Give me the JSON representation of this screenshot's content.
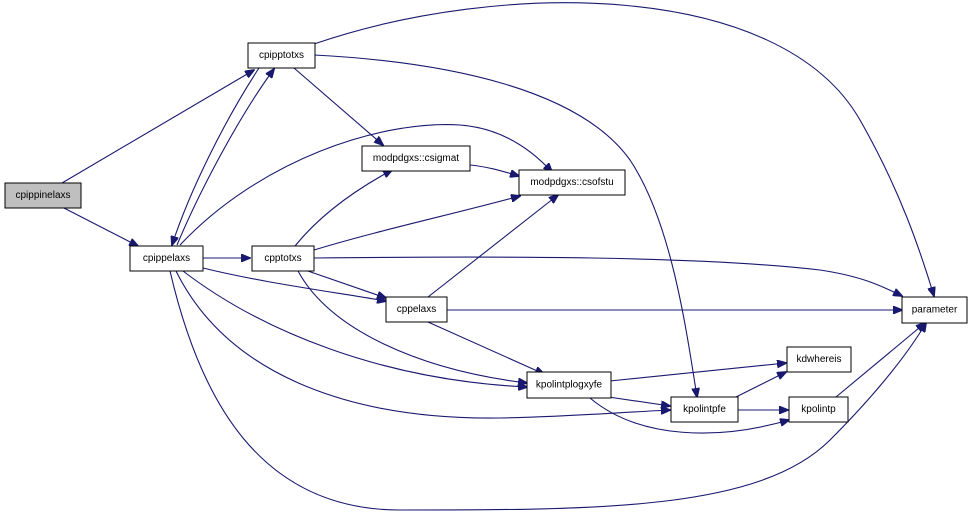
{
  "nodes": {
    "cpippinelaxs": "cpippinelaxs",
    "cpipptotxs": "cpipptotxs",
    "cpippelaxs": "cpippelaxs",
    "modpdgxs_csigmat": "modpdgxs::csigmat",
    "modpdgxs_csofstu": "modpdgxs::csofstu",
    "cpptotxs": "cpptotxs",
    "cppelaxs": "cppelaxs",
    "parameter": "parameter",
    "kdwhereis": "kdwhereis",
    "kpolintplogxyfe": "kpolintplogxyfe",
    "kpolintpfe": "kpolintpfe",
    "kpolintp": "kpolintp"
  },
  "colors": {
    "edge": "#191970",
    "root_fill": "#bfbfbf",
    "node_fill": "#ffffff"
  }
}
